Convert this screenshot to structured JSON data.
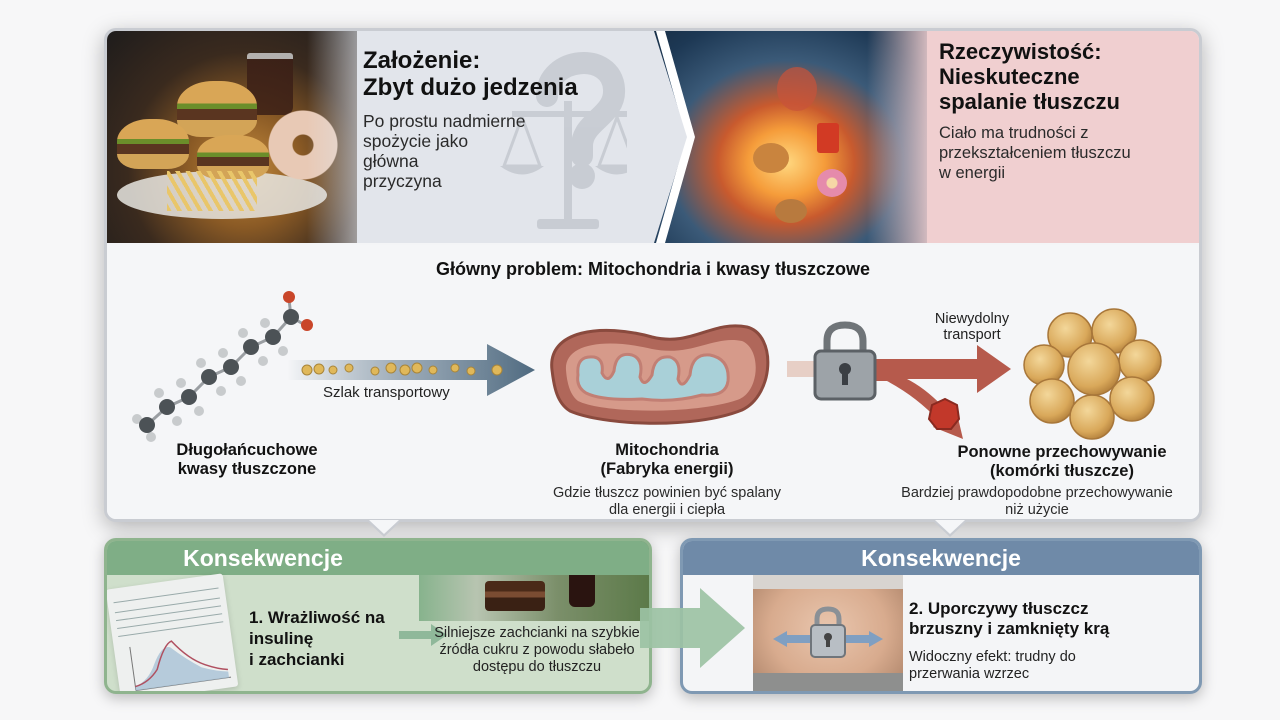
{
  "top": {
    "assumption": {
      "title_line1": "Założenie:",
      "title_line2": "Zbyt dużo jedzenia",
      "desc_line1": "Po prostu nadmierne",
      "desc_line2": "spożycie jako",
      "desc_line3": "główna",
      "desc_line4": "przyczyna",
      "icons": [
        "fast-food-photo",
        "scale-icon",
        "question-mark-icon"
      ]
    },
    "reality": {
      "title_line1": "Rzeczywistość:",
      "title_line2": "Nieskuteczne",
      "title_line3": "spalanie tłuszczu",
      "desc_line1": "Ciało ma trudności z",
      "desc_line2": "przekształceniem tłuszczu",
      "desc_line3": "w energii",
      "icons": [
        "body-burning-food-illustration"
      ]
    }
  },
  "middle": {
    "title": "Główny problem: Mitochondria i kwasy tłuszczowe",
    "fatty_acids": {
      "label_line1": "Długołańcuchowe",
      "label_line2": "kwasy tłuszczone"
    },
    "transport": {
      "label": "Szlak transportowy"
    },
    "mitochondria": {
      "title_line1": "Mitochondria",
      "title_line2": "(Fabryka energii)",
      "desc_line1": "Gdzie tłuszcz powinien być spalany",
      "desc_line2": "dla energii i ciepła"
    },
    "inefficient": {
      "label_line1": "Niewydolny",
      "label_line2": "transport"
    },
    "storage": {
      "title_line1": "Ponowne przechowywanie",
      "title_line2": "(komórki tłuszcze)",
      "desc_line1": "Bardziej prawdopodobne przechowywanie",
      "desc_line2": "niż użycie"
    }
  },
  "bottom": {
    "left": {
      "header": "Konsekwencje",
      "title_line1": "1. Wrażliwość na",
      "title_line2": "insulinę",
      "title_line3": "i zachcianki",
      "desc_line1": "Silniejsze zachcianki na szybkie",
      "desc_line2": "źródła cukru z powodu słabeło",
      "desc_line3": "dostępu do tłuszczu",
      "color": "#7fae86"
    },
    "right": {
      "header": "Konsekwencje",
      "title_line1": "2. Uporczywy tłusczcz",
      "title_line2": "brzuszny i zamknięty krą",
      "desc_line1": "Widoczny efekt: trudny do",
      "desc_line2": "przerwania wzrzec",
      "color": "#6f8aa8"
    }
  },
  "colors": {
    "assumption_bg": "#e2e5eb",
    "reality_bg": "#f0cfd0",
    "green_accent": "#7fae86",
    "blue_accent": "#6f8aa8",
    "red_arrow": "#b65a4c",
    "transport_arrow": "#4f6a80"
  }
}
